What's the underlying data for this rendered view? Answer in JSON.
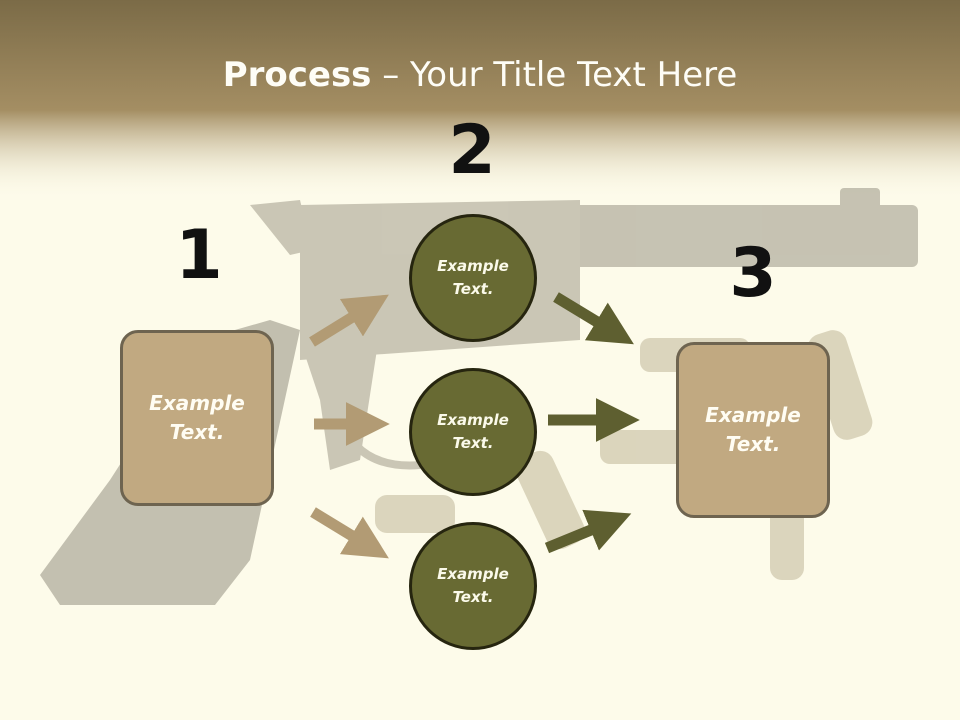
{
  "slide": {
    "title_strong": "Process",
    "title_rest": " – Your Title Text Here"
  },
  "steps": [
    {
      "number": "1",
      "text_line1": "Example",
      "text_line2": "Text."
    },
    {
      "number": "2"
    },
    {
      "number": "3",
      "text_line1": "Example",
      "text_line2": "Text."
    }
  ],
  "circles": [
    {
      "text_line1": "Example",
      "text_line2": "Text."
    },
    {
      "text_line1": "Example",
      "text_line2": "Text."
    },
    {
      "text_line1": "Example",
      "text_line2": "Text."
    }
  ],
  "colors": {
    "header_brown": "#8a774f",
    "box_tan": "#c1a981",
    "circle_olive": "#686a33",
    "arrow_tan": "#b29b74",
    "arrow_olive": "#5e5f30"
  }
}
